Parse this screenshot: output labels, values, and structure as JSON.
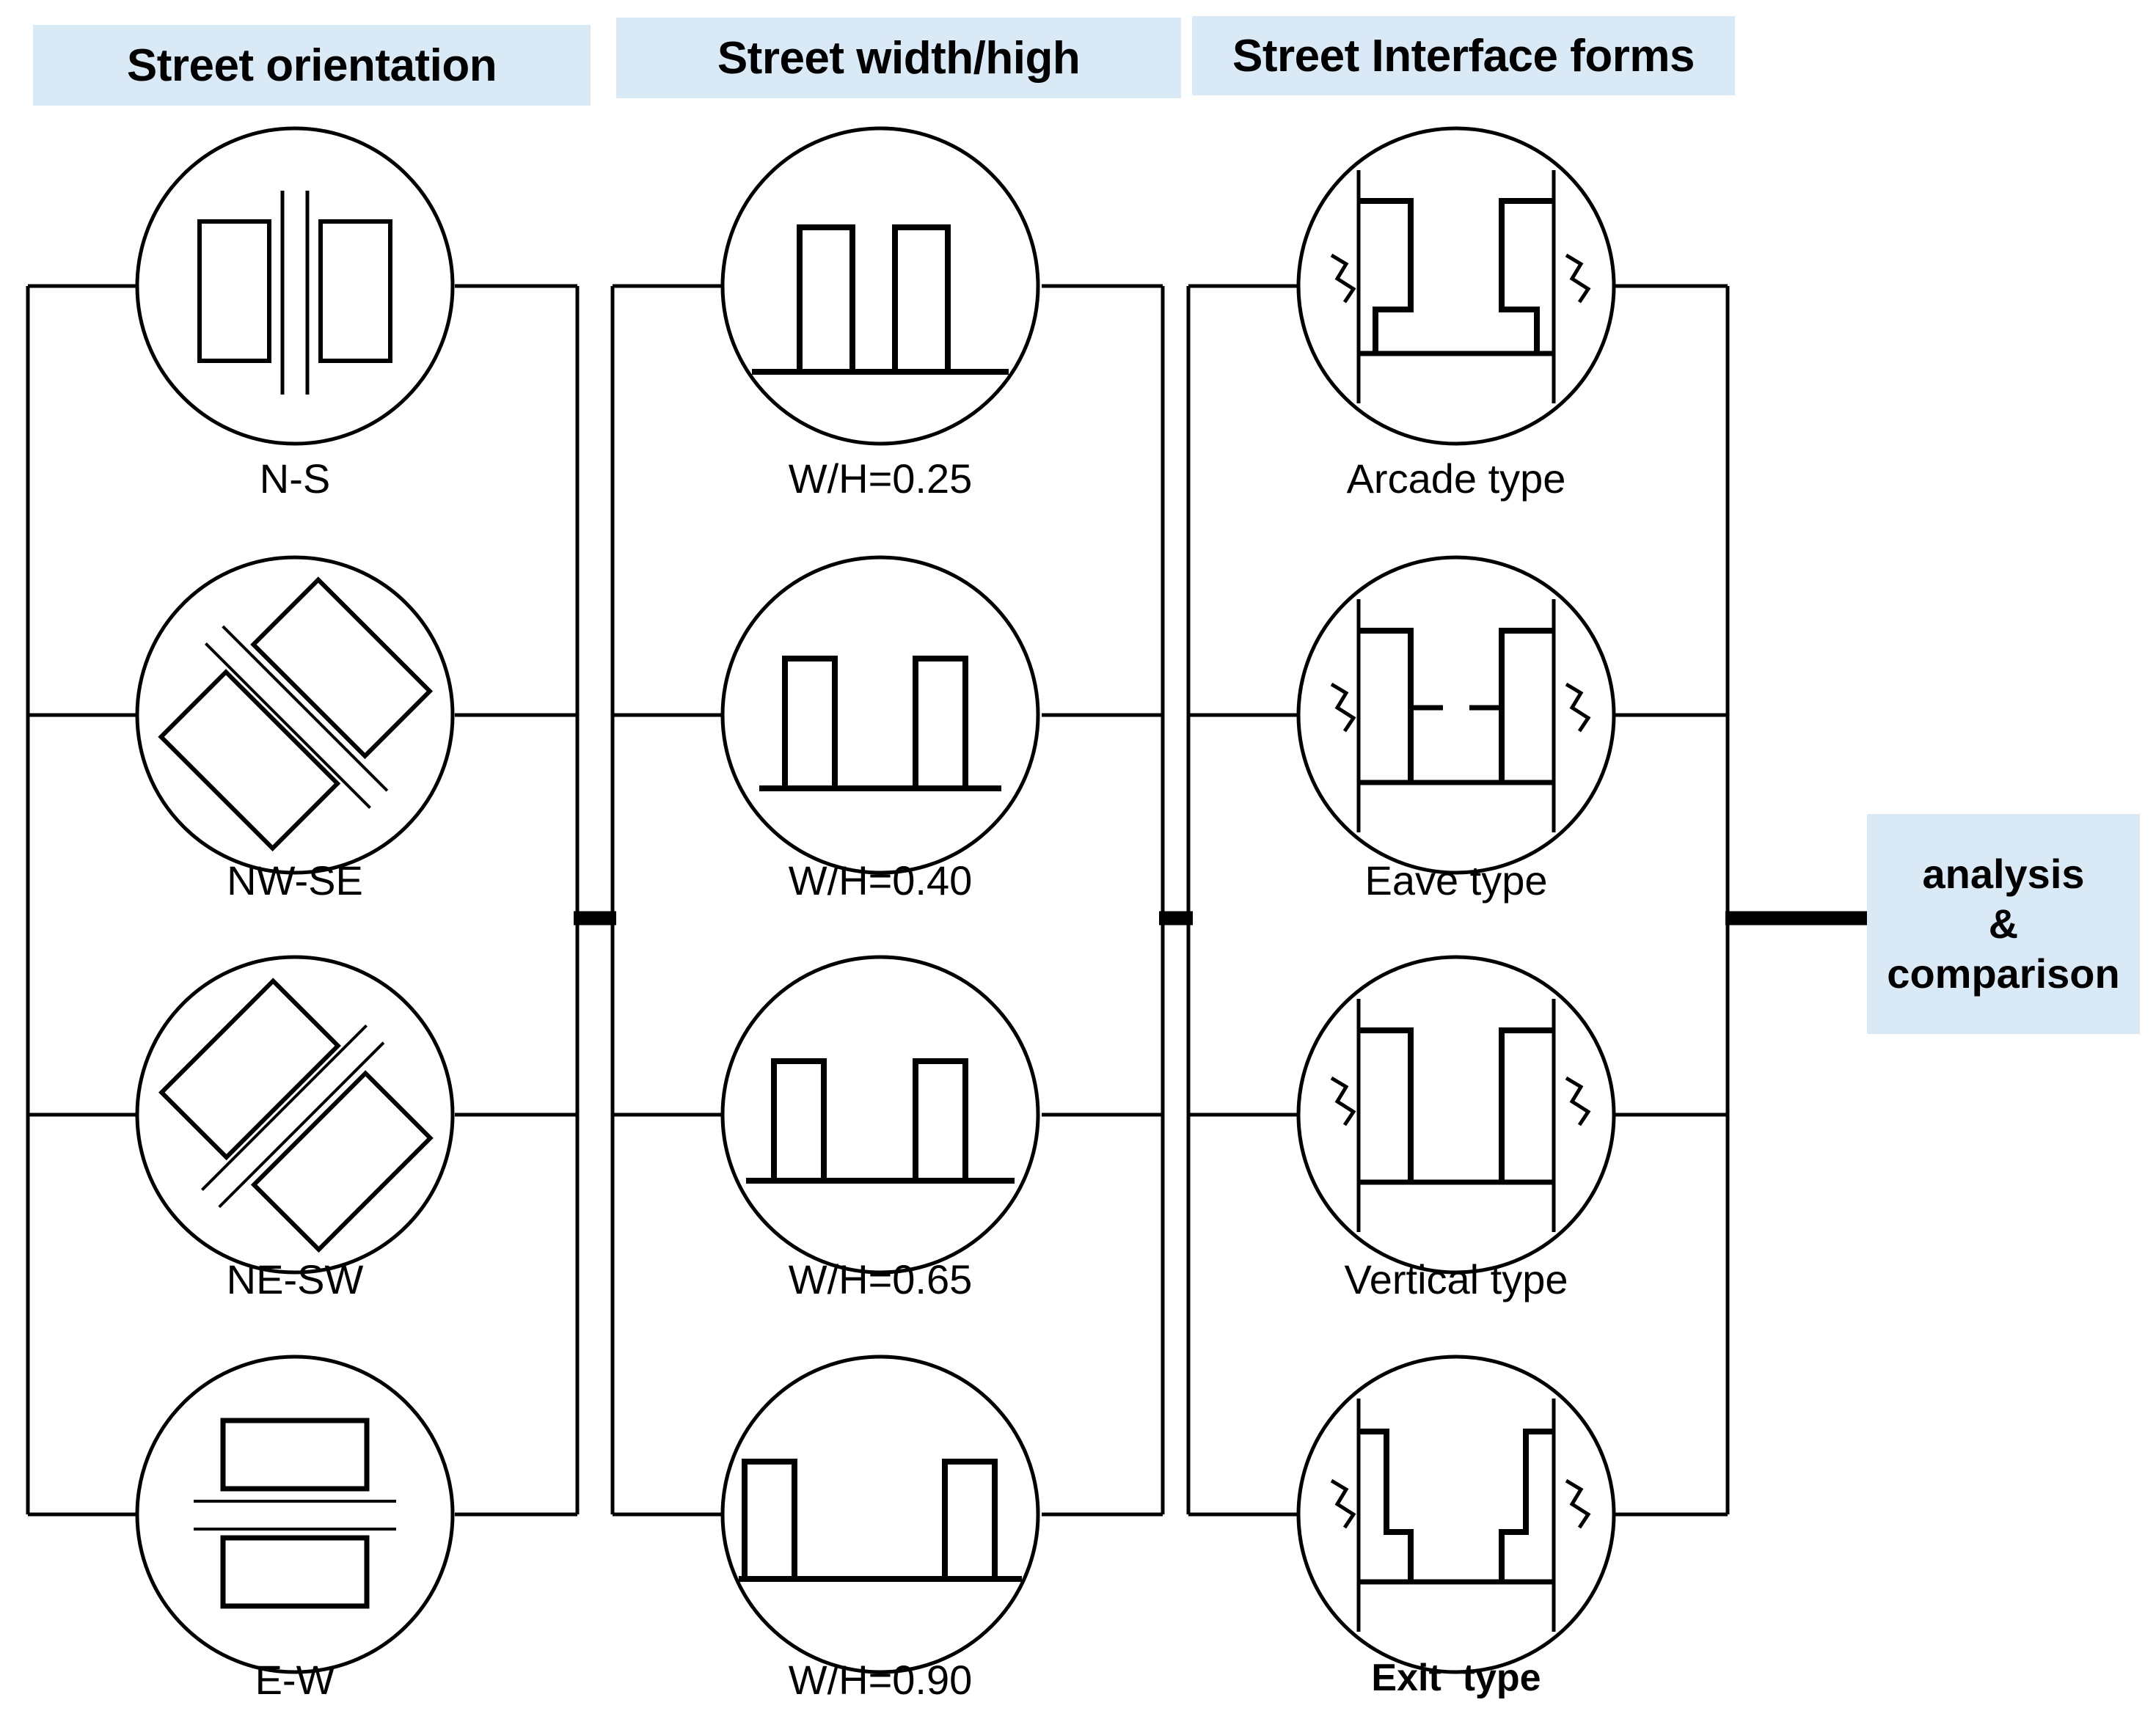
{
  "diagram": {
    "title_bar_color": "#d9e9f5",
    "line_color": "#000000",
    "background": "#ffffff",
    "columns": [
      {
        "id": "street-orientation",
        "header": "Street orientation",
        "items": [
          {
            "label": "N-S",
            "icon": "orientation-ns-icon"
          },
          {
            "label": "NW-SE",
            "icon": "orientation-nwse-icon"
          },
          {
            "label": "NE-SW",
            "icon": "orientation-nesw-icon"
          },
          {
            "label": "E-W",
            "icon": "orientation-ew-icon"
          }
        ]
      },
      {
        "id": "street-width-high",
        "header": "Street width/high",
        "items": [
          {
            "label": "W/H=0.25",
            "icon": "street-section-ratio-icon",
            "ratio": 0.25
          },
          {
            "label": "W/H=0.40",
            "icon": "street-section-ratio-icon",
            "ratio": 0.4
          },
          {
            "label": "W/H=0.65",
            "icon": "street-section-ratio-icon",
            "ratio": 0.65
          },
          {
            "label": "W/H=0.90",
            "icon": "street-section-ratio-icon",
            "ratio": 0.9
          }
        ]
      },
      {
        "id": "street-interface-forms",
        "header": "Street Interface forms",
        "items": [
          {
            "label": "Arcade type",
            "icon": "interface-arcade-icon"
          },
          {
            "label": "Eave type",
            "icon": "interface-eave-icon"
          },
          {
            "label": "Vertical type",
            "icon": "interface-vertical-icon"
          },
          {
            "label": "Exit  type",
            "icon": "interface-exit-icon"
          }
        ]
      }
    ],
    "output": {
      "line1": "analysis",
      "line2": "&",
      "line3": "comparison"
    }
  }
}
